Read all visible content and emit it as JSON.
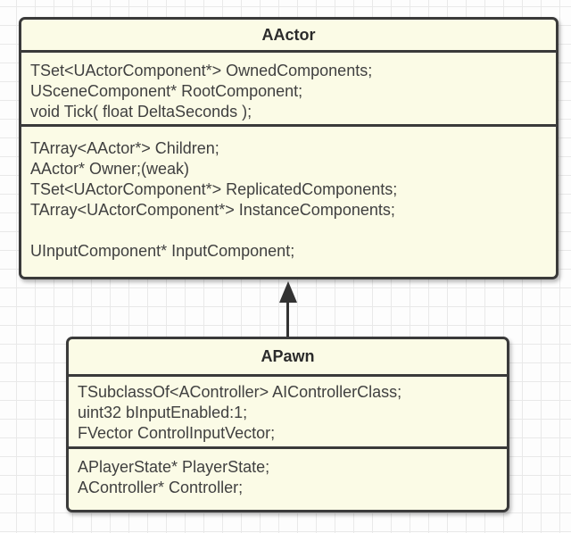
{
  "diagram": {
    "classes": [
      {
        "name": "AActor",
        "compartments": [
          [
            "TSet<UActorComponent*> OwnedComponents;",
            "USceneComponent* RootComponent;",
            "void Tick( float DeltaSeconds );"
          ],
          [
            "TArray<AActor*> Children;",
            "AActor* Owner;(weak)",
            "TSet<UActorComponent*> ReplicatedComponents;",
            "TArray<UActorComponent*> InstanceComponents;",
            "",
            "UInputComponent* InputComponent;"
          ]
        ]
      },
      {
        "name": "APawn",
        "compartments": [
          [
            "TSubclassOf<AController> AIControllerClass;",
            "uint32 bInputEnabled:1;",
            "FVector ControlInputVector;"
          ],
          [
            "APlayerState* PlayerState;",
            "AController* Controller;"
          ]
        ]
      }
    ],
    "relationship": {
      "type": "inheritance",
      "from": "APawn",
      "to": "AActor"
    },
    "colors": {
      "background": "#fdfdfd",
      "grid_line": "#e9e9e9",
      "box_fill": "#fbfbe6",
      "box_border": "#3a3a3a",
      "text": "#404040",
      "title_text": "#2b2b2b",
      "arrow": "#333333"
    }
  }
}
